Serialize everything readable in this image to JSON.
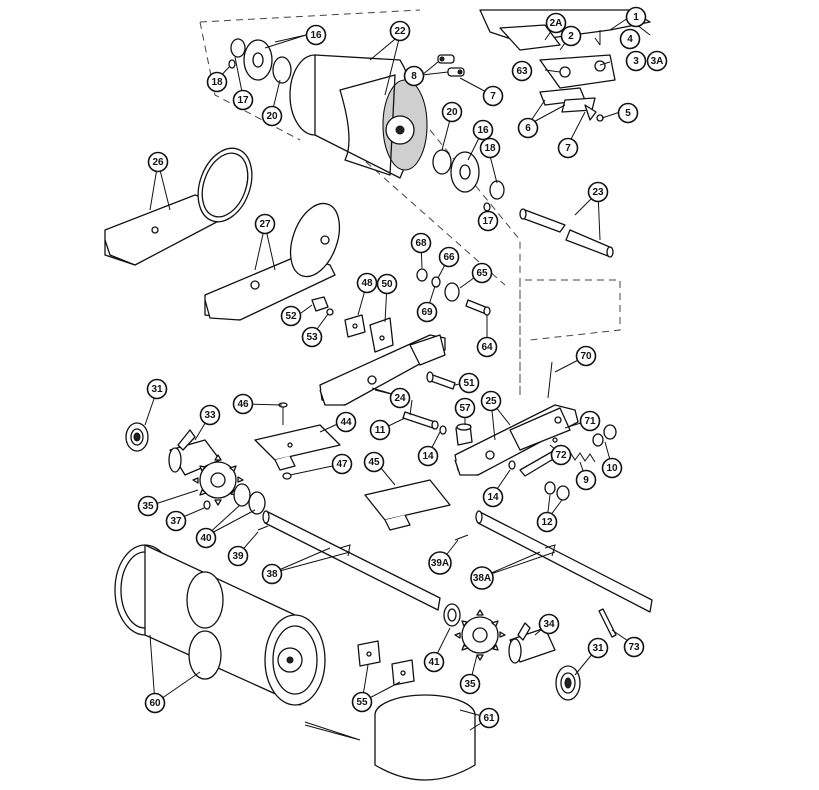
{
  "callouts": [
    {
      "label": "1"
    },
    {
      "label": "2A"
    },
    {
      "label": "2"
    },
    {
      "label": "4"
    },
    {
      "label": "3"
    },
    {
      "label": "3A"
    },
    {
      "label": "63"
    },
    {
      "label": "5"
    },
    {
      "label": "6"
    },
    {
      "label": "7"
    },
    {
      "label": "8"
    },
    {
      "label": "7"
    },
    {
      "label": "16"
    },
    {
      "label": "22"
    },
    {
      "label": "18"
    },
    {
      "label": "17"
    },
    {
      "label": "20"
    },
    {
      "label": "20"
    },
    {
      "label": "16"
    },
    {
      "label": "18"
    },
    {
      "label": "17"
    },
    {
      "label": "26"
    },
    {
      "label": "27"
    },
    {
      "label": "23"
    },
    {
      "label": "68"
    },
    {
      "label": "66"
    },
    {
      "label": "65"
    },
    {
      "label": "69"
    },
    {
      "label": "64"
    },
    {
      "label": "48"
    },
    {
      "label": "50"
    },
    {
      "label": "52"
    },
    {
      "label": "53"
    },
    {
      "label": "70"
    },
    {
      "label": "51"
    },
    {
      "label": "24"
    },
    {
      "label": "25"
    },
    {
      "label": "71"
    },
    {
      "label": "72"
    },
    {
      "label": "10"
    },
    {
      "label": "9"
    },
    {
      "label": "57"
    },
    {
      "label": "11"
    },
    {
      "label": "14"
    },
    {
      "label": "14"
    },
    {
      "label": "12"
    },
    {
      "label": "31"
    },
    {
      "label": "33"
    },
    {
      "label": "46"
    },
    {
      "label": "44"
    },
    {
      "label": "47"
    },
    {
      "label": "45"
    },
    {
      "label": "35"
    },
    {
      "label": "37"
    },
    {
      "label": "40"
    },
    {
      "label": "39"
    },
    {
      "label": "38"
    },
    {
      "label": "39A"
    },
    {
      "label": "38A"
    },
    {
      "label": "41"
    },
    {
      "label": "35"
    },
    {
      "label": "34"
    },
    {
      "label": "31"
    },
    {
      "label": "73"
    },
    {
      "label": "55"
    },
    {
      "label": "60"
    },
    {
      "label": "61"
    }
  ]
}
